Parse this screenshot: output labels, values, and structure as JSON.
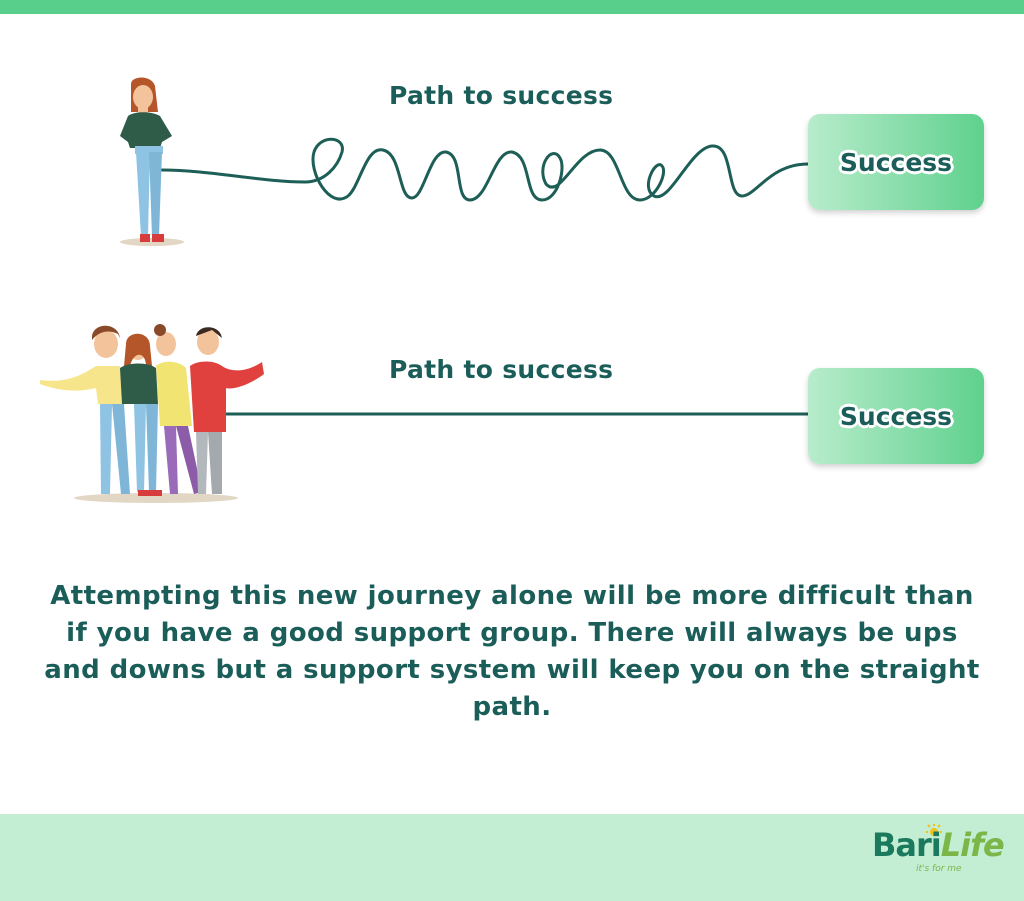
{
  "diagram": {
    "rows": [
      {
        "title": "Path to success",
        "target": "Success",
        "path_style": "wavy"
      },
      {
        "title": "Path to success",
        "target": "Success",
        "path_style": "straight"
      }
    ],
    "caption": "Attempting this new journey alone will be more difficult than if you have a good support group. There will always be ups and downs but a support system will keep you on the straight path."
  },
  "brand": {
    "name_part1": "Bari",
    "name_part2": "Life",
    "tagline": "it's for me"
  },
  "colors": {
    "accent_green": "#58cf8a",
    "band_green": "#c4eed3",
    "text_teal": "#1b5e59",
    "path_teal": "#1d5e57"
  },
  "icons": [
    "woman-alone-figure",
    "friends-group-figure",
    "sun-icon"
  ]
}
